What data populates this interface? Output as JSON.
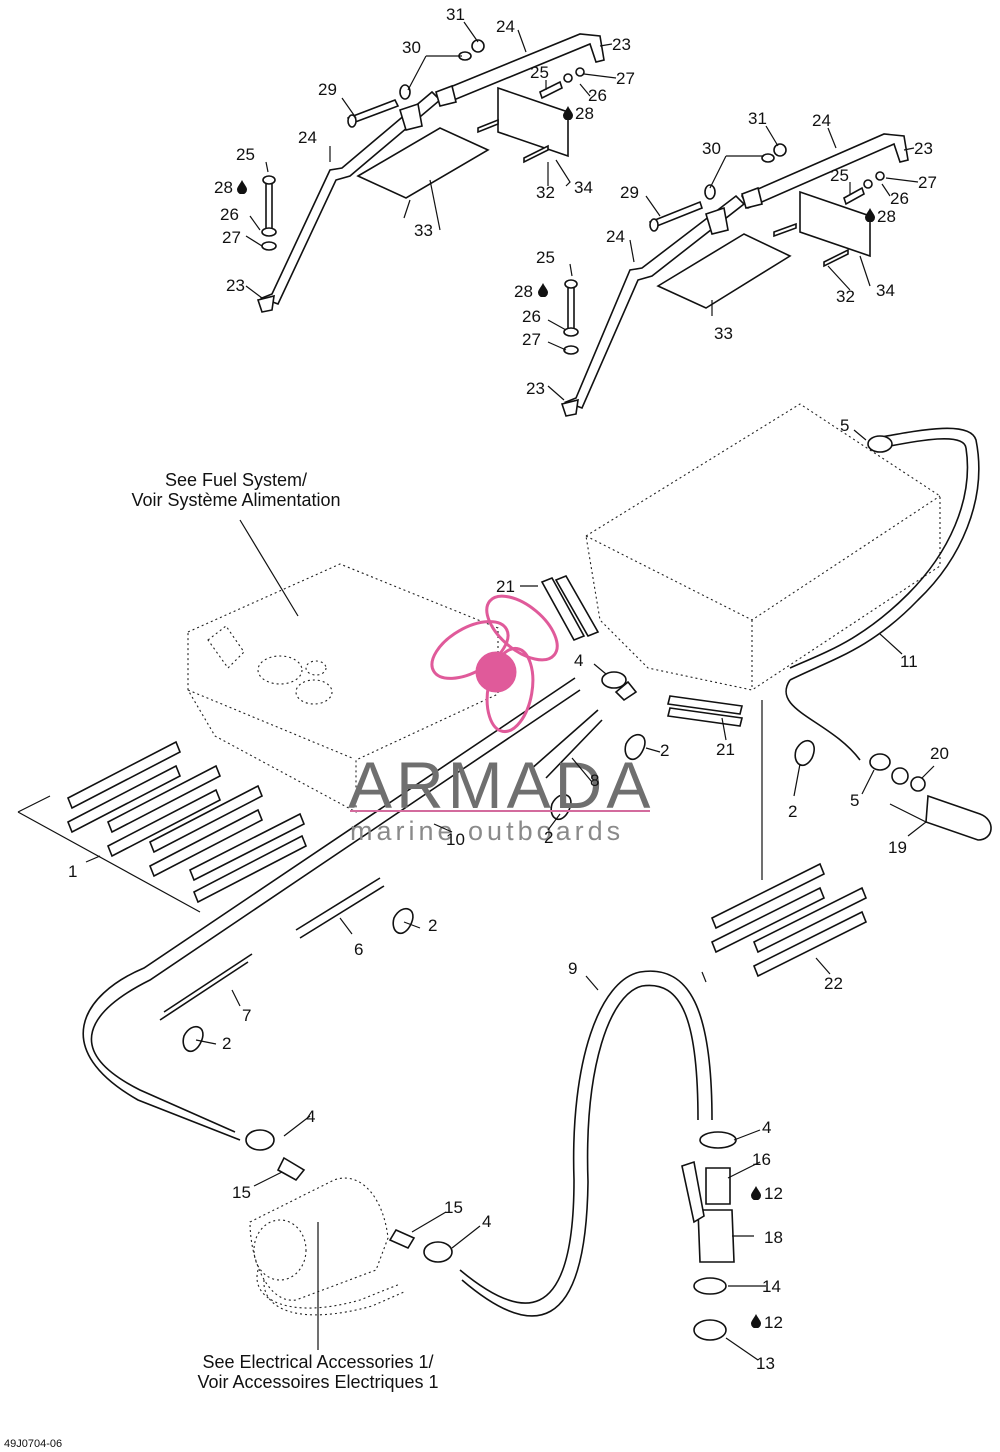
{
  "diagram_code": "49J0704-06",
  "notes": {
    "fuel_system_1": "See Fuel System/",
    "fuel_system_2": "Voir Système Alimentation",
    "electrical_1": "See Electrical Accessories 1/",
    "electrical_2": "Voir Accessoires Electriques 1"
  },
  "watermark": {
    "brand": "ARMADA",
    "tagline": "marine outboards",
    "accent_color": "#e05a9a",
    "rule_color": "#d36b9d"
  },
  "callouts": {
    "c1": "1",
    "c2": "2",
    "c4": "4",
    "c5": "5",
    "c6": "6",
    "c7": "7",
    "c8": "8",
    "c9": "9",
    "c10": "10",
    "c11": "11",
    "c12": "12",
    "c13": "13",
    "c14": "14",
    "c15": "15",
    "c16": "16",
    "c18": "18",
    "c19": "19",
    "c20": "20",
    "c21": "21",
    "c22": "22",
    "c23": "23",
    "c24": "24",
    "c25": "25",
    "c26": "26",
    "c27": "27",
    "c28": "28",
    "c29": "29",
    "c30": "30",
    "c31": "31",
    "c32": "32",
    "c33": "33",
    "c34": "34"
  },
  "icons": {
    "oil_drop": "oil-drop-icon"
  }
}
